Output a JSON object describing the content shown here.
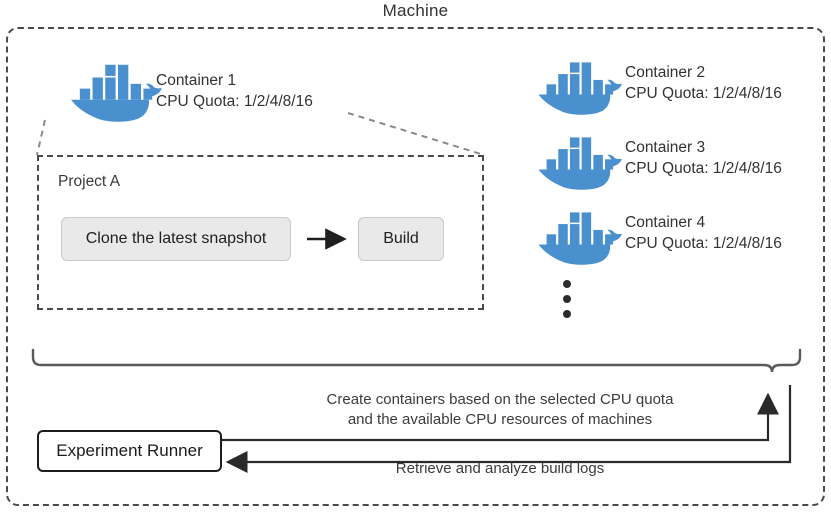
{
  "diagram": {
    "title": "Machine",
    "machine_box": {
      "label": "machine-boundary"
    },
    "containers": [
      {
        "name": "Container 1",
        "quota": "CPU Quota: 1/2/4/8/16",
        "icon": "docker-whale-icon"
      },
      {
        "name": "Container 2",
        "quota": "CPU Quota: 1/2/4/8/16",
        "icon": "docker-whale-icon"
      },
      {
        "name": "Container 3",
        "quota": "CPU Quota: 1/2/4/8/16",
        "icon": "docker-whale-icon"
      },
      {
        "name": "Container 4",
        "quota": "CPU Quota: 1/2/4/8/16",
        "icon": "docker-whale-icon"
      }
    ],
    "ellipsis": "vertical-dots",
    "project": {
      "title": "Project A",
      "steps": [
        {
          "label": "Clone the latest snapshot"
        },
        {
          "label": "Build"
        }
      ],
      "step_arrow": "arrow-right-icon"
    },
    "runner": {
      "label": "Experiment Runner"
    },
    "annotations": {
      "create": "Create containers based on the selected CPU quota\nand the available CPU resources of machines",
      "create_line1": "Create containers based on the selected CPU quota",
      "create_line2": "and the available CPU resources of machines",
      "retrieve": "Retrieve and analyze build logs"
    },
    "colors": {
      "docker_blue": "#4a90cf",
      "text_dark": "#333333",
      "border_dark": "#4a4a4a",
      "step_fill": "#e9e9e9",
      "background": "#ffffff"
    }
  }
}
